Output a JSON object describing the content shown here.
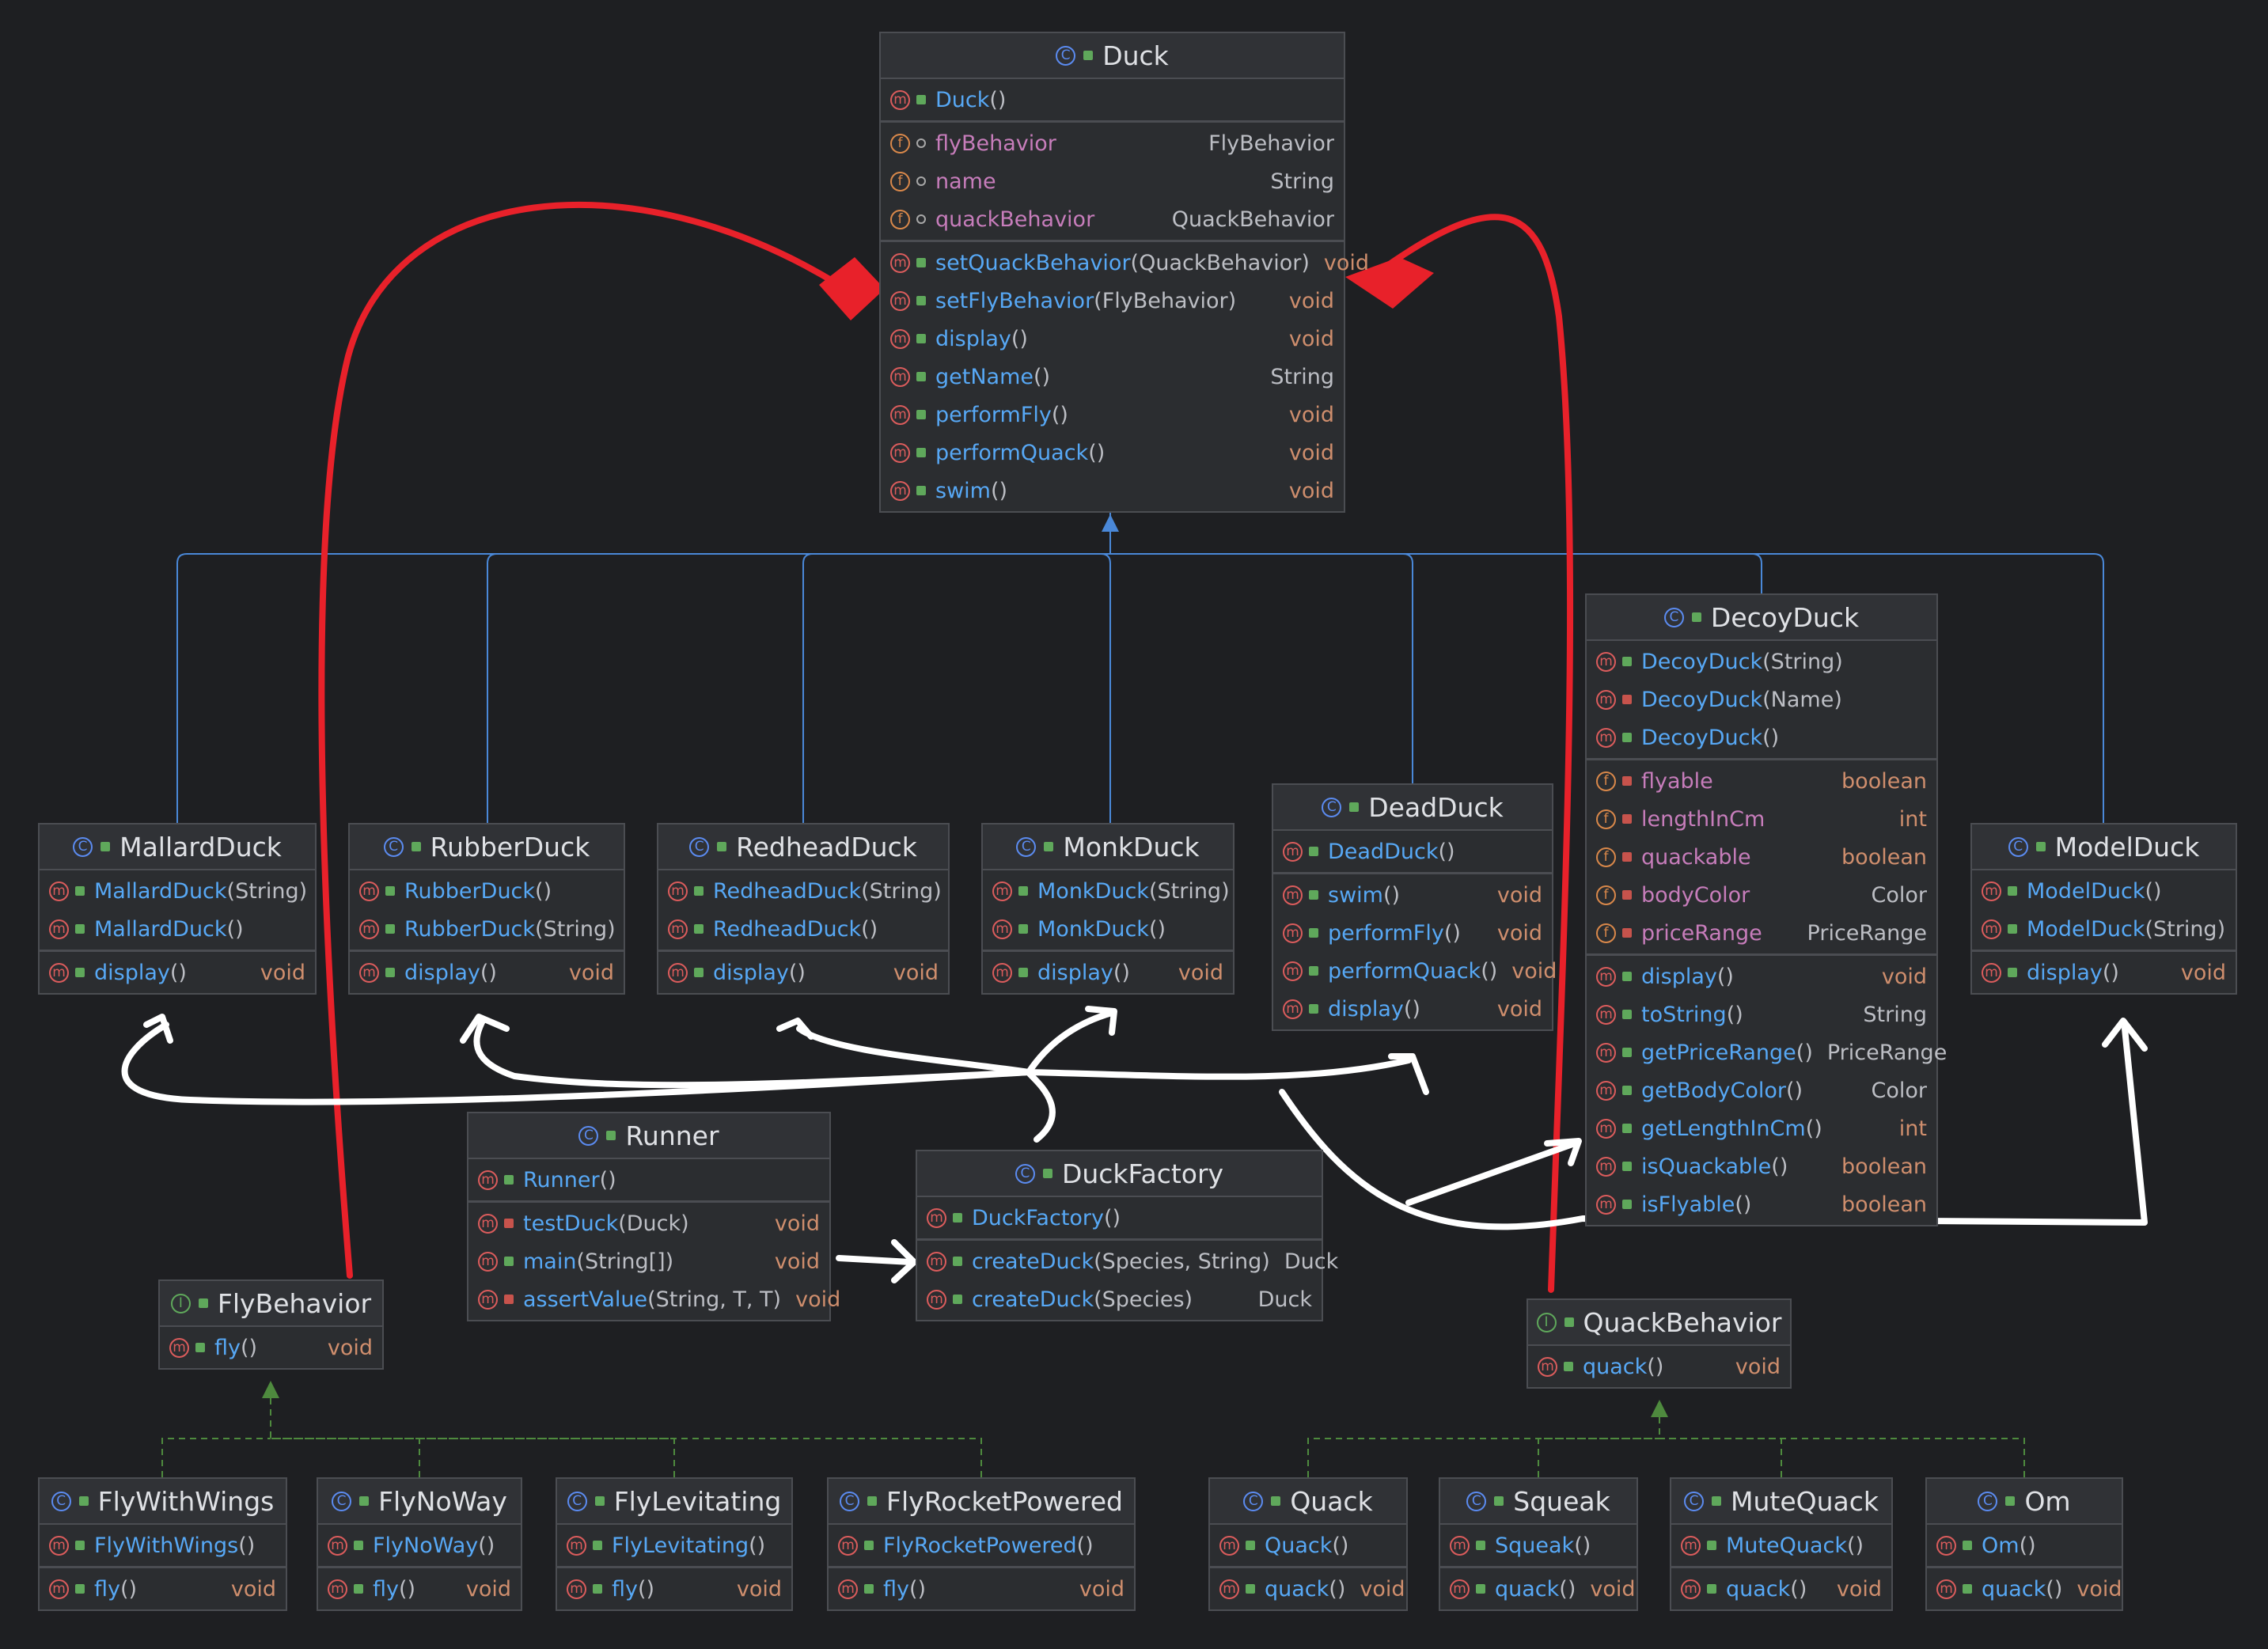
{
  "classes": {
    "duck": {
      "kind": "C",
      "name": "Duck",
      "sections": [
        [
          {
            "k": "m",
            "v": "pub",
            "name": "Duck",
            "params": "()",
            "type": ""
          }
        ],
        [
          {
            "k": "f",
            "v": "pkg",
            "name": "flyBehavior",
            "params": "",
            "type": "FlyBehavior"
          },
          {
            "k": "f",
            "v": "pkg",
            "name": "name",
            "params": "",
            "type": "String"
          },
          {
            "k": "f",
            "v": "pkg",
            "name": "quackBehavior",
            "params": "",
            "type": "QuackBehavior"
          }
        ],
        [
          {
            "k": "m",
            "v": "pub",
            "name": "setQuackBehavior",
            "params": "(QuackBehavior)",
            "type": "void"
          },
          {
            "k": "m",
            "v": "pub",
            "name": "setFlyBehavior",
            "params": "(FlyBehavior)",
            "type": "void"
          },
          {
            "k": "m",
            "v": "pub",
            "name": "display",
            "params": "()",
            "type": "void"
          },
          {
            "k": "m",
            "v": "pub",
            "name": "getName",
            "params": "()",
            "type": "String"
          },
          {
            "k": "m",
            "v": "pub",
            "name": "performFly",
            "params": "()",
            "type": "void"
          },
          {
            "k": "m",
            "v": "pub",
            "name": "performQuack",
            "params": "()",
            "type": "void"
          },
          {
            "k": "m",
            "v": "pub",
            "name": "swim",
            "params": "()",
            "type": "void"
          }
        ]
      ]
    },
    "mallard": {
      "kind": "C",
      "name": "MallardDuck",
      "sections": [
        [
          {
            "k": "m",
            "v": "pub",
            "name": "MallardDuck",
            "params": "(String)",
            "type": ""
          },
          {
            "k": "m",
            "v": "pub",
            "name": "MallardDuck",
            "params": "()",
            "type": ""
          }
        ],
        [
          {
            "k": "m",
            "v": "pub",
            "name": "display",
            "params": "()",
            "type": "void"
          }
        ]
      ]
    },
    "rubber": {
      "kind": "C",
      "name": "RubberDuck",
      "sections": [
        [
          {
            "k": "m",
            "v": "pub",
            "name": "RubberDuck",
            "params": "()",
            "type": ""
          },
          {
            "k": "m",
            "v": "pub",
            "name": "RubberDuck",
            "params": "(String)",
            "type": ""
          }
        ],
        [
          {
            "k": "m",
            "v": "pub",
            "name": "display",
            "params": "()",
            "type": "void"
          }
        ]
      ]
    },
    "redhead": {
      "kind": "C",
      "name": "RedheadDuck",
      "sections": [
        [
          {
            "k": "m",
            "v": "pub",
            "name": "RedheadDuck",
            "params": "(String)",
            "type": ""
          },
          {
            "k": "m",
            "v": "pub",
            "name": "RedheadDuck",
            "params": "()",
            "type": ""
          }
        ],
        [
          {
            "k": "m",
            "v": "pub",
            "name": "display",
            "params": "()",
            "type": "void"
          }
        ]
      ]
    },
    "monk": {
      "kind": "C",
      "name": "MonkDuck",
      "sections": [
        [
          {
            "k": "m",
            "v": "pub",
            "name": "MonkDuck",
            "params": "(String)",
            "type": ""
          },
          {
            "k": "m",
            "v": "pub",
            "name": "MonkDuck",
            "params": "()",
            "type": ""
          }
        ],
        [
          {
            "k": "m",
            "v": "pub",
            "name": "display",
            "params": "()",
            "type": "void"
          }
        ]
      ]
    },
    "dead": {
      "kind": "C",
      "name": "DeadDuck",
      "sections": [
        [
          {
            "k": "m",
            "v": "pub",
            "name": "DeadDuck",
            "params": "()",
            "type": ""
          }
        ],
        [
          {
            "k": "m",
            "v": "pub",
            "name": "swim",
            "params": "()",
            "type": "void"
          },
          {
            "k": "m",
            "v": "pub",
            "name": "performFly",
            "params": "()",
            "type": "void"
          },
          {
            "k": "m",
            "v": "pub",
            "name": "performQuack",
            "params": "()",
            "type": "void"
          },
          {
            "k": "m",
            "v": "pub",
            "name": "display",
            "params": "()",
            "type": "void"
          }
        ]
      ]
    },
    "decoy": {
      "kind": "C",
      "name": "DecoyDuck",
      "sections": [
        [
          {
            "k": "m",
            "v": "pub",
            "name": "DecoyDuck",
            "params": "(String)",
            "type": ""
          },
          {
            "k": "m",
            "v": "pri",
            "name": "DecoyDuck",
            "params": "(Name)",
            "type": ""
          },
          {
            "k": "m",
            "v": "pub",
            "name": "DecoyDuck",
            "params": "()",
            "type": ""
          }
        ],
        [
          {
            "k": "f",
            "v": "pri",
            "name": "flyable",
            "params": "",
            "type": "boolean"
          },
          {
            "k": "f",
            "v": "pri",
            "name": "lengthInCm",
            "params": "",
            "type": "int"
          },
          {
            "k": "f",
            "v": "pri",
            "name": "quackable",
            "params": "",
            "type": "boolean"
          },
          {
            "k": "f",
            "v": "pri",
            "name": "bodyColor",
            "params": "",
            "type": "Color"
          },
          {
            "k": "f",
            "v": "pri",
            "name": "priceRange",
            "params": "",
            "type": "PriceRange"
          }
        ],
        [
          {
            "k": "m",
            "v": "pub",
            "name": "display",
            "params": "()",
            "type": "void"
          },
          {
            "k": "m",
            "v": "pub",
            "name": "toString",
            "params": "()",
            "type": "String"
          },
          {
            "k": "m",
            "v": "pub",
            "name": "getPriceRange",
            "params": "()",
            "type": "PriceRange"
          },
          {
            "k": "m",
            "v": "pub",
            "name": "getBodyColor",
            "params": "()",
            "type": "Color"
          },
          {
            "k": "m",
            "v": "pub",
            "name": "getLengthInCm",
            "params": "()",
            "type": "int"
          },
          {
            "k": "m",
            "v": "pub",
            "name": "isQuackable",
            "params": "()",
            "type": "boolean"
          },
          {
            "k": "m",
            "v": "pub",
            "name": "isFlyable",
            "params": "()",
            "type": "boolean"
          }
        ]
      ]
    },
    "model": {
      "kind": "C",
      "name": "ModelDuck",
      "sections": [
        [
          {
            "k": "m",
            "v": "pub",
            "name": "ModelDuck",
            "params": "()",
            "type": ""
          },
          {
            "k": "m",
            "v": "pub",
            "name": "ModelDuck",
            "params": "(String)",
            "type": ""
          }
        ],
        [
          {
            "k": "m",
            "v": "pub",
            "name": "display",
            "params": "()",
            "type": "void"
          }
        ]
      ]
    },
    "runner": {
      "kind": "C",
      "name": "Runner",
      "sections": [
        [
          {
            "k": "m",
            "v": "pub",
            "name": "Runner",
            "params": "()",
            "type": ""
          }
        ],
        [
          {
            "k": "m",
            "v": "pri",
            "name": "testDuck",
            "params": "(Duck)",
            "type": "void"
          },
          {
            "k": "m",
            "v": "pub",
            "name": "main",
            "params": "(String[])",
            "type": "void"
          },
          {
            "k": "m",
            "v": "pri",
            "name": "assertValue",
            "params": "(String, T, T)",
            "type": "void"
          }
        ]
      ]
    },
    "factory": {
      "kind": "C",
      "name": "DuckFactory",
      "sections": [
        [
          {
            "k": "m",
            "v": "pub",
            "name": "DuckFactory",
            "params": "()",
            "type": ""
          }
        ],
        [
          {
            "k": "m",
            "v": "pub",
            "name": "createDuck",
            "params": "(Species, String)",
            "type": "Duck"
          },
          {
            "k": "m",
            "v": "pub",
            "name": "createDuck",
            "params": "(Species)",
            "type": "Duck"
          }
        ]
      ]
    },
    "flyBehavior": {
      "kind": "I",
      "name": "FlyBehavior",
      "sections": [
        [
          {
            "k": "m",
            "v": "pub",
            "name": "fly",
            "params": "()",
            "type": "void"
          }
        ]
      ]
    },
    "quackBehavior": {
      "kind": "I",
      "name": "QuackBehavior",
      "sections": [
        [
          {
            "k": "m",
            "v": "pub",
            "name": "quack",
            "params": "()",
            "type": "void"
          }
        ]
      ]
    },
    "flyWithWings": {
      "kind": "C",
      "name": "FlyWithWings",
      "sections": [
        [
          {
            "k": "m",
            "v": "pub",
            "name": "FlyWithWings",
            "params": "()",
            "type": ""
          }
        ],
        [
          {
            "k": "m",
            "v": "pub",
            "name": "fly",
            "params": "()",
            "type": "void"
          }
        ]
      ]
    },
    "flyNoWay": {
      "kind": "C",
      "name": "FlyNoWay",
      "sections": [
        [
          {
            "k": "m",
            "v": "pub",
            "name": "FlyNoWay",
            "params": "()",
            "type": ""
          }
        ],
        [
          {
            "k": "m",
            "v": "pub",
            "name": "fly",
            "params": "()",
            "type": "void"
          }
        ]
      ]
    },
    "flyLevitating": {
      "kind": "C",
      "name": "FlyLevitating",
      "sections": [
        [
          {
            "k": "m",
            "v": "pub",
            "name": "FlyLevitating",
            "params": "()",
            "type": ""
          }
        ],
        [
          {
            "k": "m",
            "v": "pub",
            "name": "fly",
            "params": "()",
            "type": "void"
          }
        ]
      ]
    },
    "flyRocket": {
      "kind": "C",
      "name": "FlyRocketPowered",
      "sections": [
        [
          {
            "k": "m",
            "v": "pub",
            "name": "FlyRocketPowered",
            "params": "()",
            "type": ""
          }
        ],
        [
          {
            "k": "m",
            "v": "pub",
            "name": "fly",
            "params": "()",
            "type": "void"
          }
        ]
      ]
    },
    "quack": {
      "kind": "C",
      "name": "Quack",
      "sections": [
        [
          {
            "k": "m",
            "v": "pub",
            "name": "Quack",
            "params": "()",
            "type": ""
          }
        ],
        [
          {
            "k": "m",
            "v": "pub",
            "name": "quack",
            "params": "()",
            "type": "void"
          }
        ]
      ]
    },
    "squeak": {
      "kind": "C",
      "name": "Squeak",
      "sections": [
        [
          {
            "k": "m",
            "v": "pub",
            "name": "Squeak",
            "params": "()",
            "type": ""
          }
        ],
        [
          {
            "k": "m",
            "v": "pub",
            "name": "quack",
            "params": "()",
            "type": "void"
          }
        ]
      ]
    },
    "muteQuack": {
      "kind": "C",
      "name": "MuteQuack",
      "sections": [
        [
          {
            "k": "m",
            "v": "pub",
            "name": "MuteQuack",
            "params": "()",
            "type": ""
          }
        ],
        [
          {
            "k": "m",
            "v": "pub",
            "name": "quack",
            "params": "()",
            "type": "void"
          }
        ]
      ]
    },
    "om": {
      "kind": "C",
      "name": "Om",
      "sections": [
        [
          {
            "k": "m",
            "v": "pub",
            "name": "Om",
            "params": "()",
            "type": ""
          }
        ],
        [
          {
            "k": "m",
            "v": "pub",
            "name": "quack",
            "params": "()",
            "type": "void"
          }
        ]
      ]
    }
  },
  "colors": {
    "background": "#1e1f22",
    "inheritance_line": "#4a88d8",
    "implementation_line": "#4e8a3e",
    "composition_annotation": "#e8212a",
    "usage_annotation": "#ffffff"
  }
}
